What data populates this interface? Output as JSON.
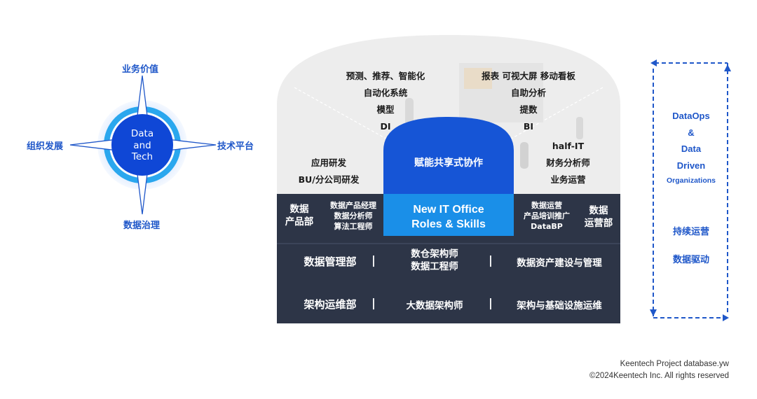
{
  "compass": {
    "center": [
      "Data",
      "and",
      "Tech"
    ],
    "top": "业务价值",
    "left": "组织发展",
    "right": "技术平台",
    "bottom": "数据治理"
  },
  "dome": {
    "left_col": [
      "预测、推荐、智能化",
      "自动化系统",
      "模型",
      "DI"
    ],
    "right_col": [
      "报表  可视大屏  移动看板",
      "自助分析",
      "提数",
      "BI"
    ],
    "left_low": [
      "应用研发",
      "BU/分公司研发"
    ],
    "right_low": [
      "half-IT",
      "财务分析师",
      "业务运营"
    ],
    "arch_label": "赋能共享式协作"
  },
  "center_box": {
    "line1": "New IT Office",
    "line2": "Roles & Skills"
  },
  "row1": {
    "left_dept": [
      "数据",
      "产品部"
    ],
    "left_roles": [
      "数据产品经理",
      "数据分析师",
      "算法工程师"
    ],
    "right_roles": [
      "数据运营",
      "产品培训推广",
      "DataBP"
    ],
    "right_dept": [
      "数据",
      "运营部"
    ]
  },
  "row2": {
    "dept": "数据管理部",
    "roles": [
      "数仓架构师",
      "数据工程师"
    ],
    "scope": "数据资产建设与管理"
  },
  "row3": {
    "dept": "架构运维部",
    "roles": "大数据架构师",
    "scope": "架构与基础设施运维"
  },
  "right_panel": {
    "lines": [
      "DataOps",
      "&",
      "Data",
      "Driven",
      "Organizations"
    ],
    "ops": "持续运营",
    "drive": "数据驱动"
  },
  "footer": {
    "line1": "Keentech Project database.yw",
    "line2": "©2024Keentech Inc. All rights reserved"
  },
  "colors": {
    "blue": "#1f57c9",
    "bright_blue": "#1a8fe8",
    "navy": "#2d3547",
    "dome_bg": "#ededed"
  }
}
